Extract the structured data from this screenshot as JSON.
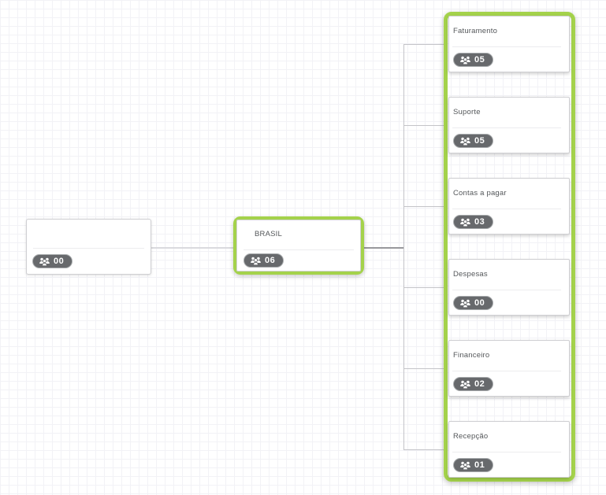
{
  "app": {
    "view": "organization-chart-canvas"
  },
  "colors": {
    "selection_green": "#a4d24b",
    "badge_background": "#67696c",
    "node_border": "#cfcfd2",
    "connector_light": "#dadade",
    "connector_dark": "#98989c",
    "connector_mid": "#c4c4c8",
    "grid_line": "#f2f2f6",
    "title_text": "#54575a"
  },
  "icons": {
    "member_badge": "users-group-icon"
  },
  "nodes": {
    "root": {
      "title": "",
      "member_count": "00"
    },
    "parent": {
      "title": "BRASIL",
      "member_count": "06",
      "selected": true
    },
    "children": [
      {
        "title": "Faturamento",
        "member_count": "05"
      },
      {
        "title": "Suporte",
        "member_count": "05"
      },
      {
        "title": "Contas a pagar",
        "member_count": "03"
      },
      {
        "title": "Despesas",
        "member_count": "00"
      },
      {
        "title": "Financeiro",
        "member_count": "02"
      },
      {
        "title": "Recepção",
        "member_count": "01"
      }
    ]
  }
}
